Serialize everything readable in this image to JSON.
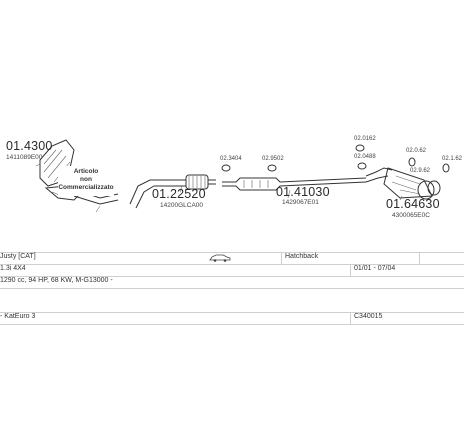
{
  "parts": [
    {
      "number": "01.4300",
      "code": "1411089E00"
    },
    {
      "number": "01.22520",
      "code": "14200GLCA00"
    },
    {
      "number": "01.41030",
      "code": "1429067E01"
    },
    {
      "number": "01.64630",
      "code": "4300065E0C"
    }
  ],
  "small_labels": [
    "02.3404",
    "02.9502",
    "02.0162",
    "02.0488",
    "02.0.62",
    "02.9.62",
    "02.1.62"
  ],
  "note_lines": [
    "Articolo",
    "non",
    "Commercializzato"
  ],
  "vehicle": {
    "model": "Justy  [CAT]",
    "body": "Hatchback",
    "engine": "1.3i 4X4",
    "years": "01/01 - 07/04",
    "spec": "1290 cc, 94 HP, 68 KW, M-G13000 -",
    "catalyst": "- KatEuro 3",
    "catalogue": "C340015"
  }
}
